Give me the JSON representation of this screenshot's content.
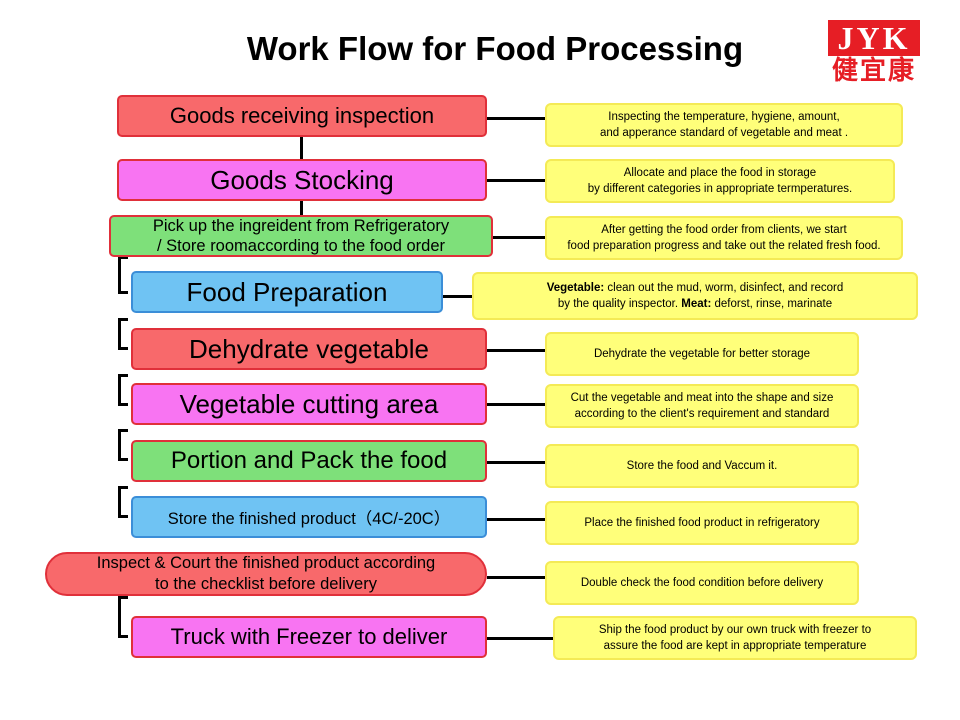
{
  "title": "Work Flow for Food Processing",
  "logo": {
    "latin": "JYK",
    "chinese": "健宜康"
  },
  "steps": [
    {
      "label": "Goods receiving inspection"
    },
    {
      "label": "Goods Stocking"
    },
    {
      "line1": "Pick up the ingreident from Refrigeratory",
      "line2": " / Store roomaccording to the food order"
    },
    {
      "label": "Food Preparation"
    },
    {
      "label": "Dehydrate vegetable"
    },
    {
      "label": "Vegetable cutting area"
    },
    {
      "label": "Portion and Pack the food"
    },
    {
      "label": "Store the finished product（4C/-20C）"
    },
    {
      "line1": "Inspect & Court the finished product according",
      "line2": "to the checklist before delivery"
    },
    {
      "label": "Truck with Freezer to deliver"
    }
  ],
  "notes": [
    {
      "line1": "Inspecting the temperature, hygiene, amount,",
      "line2": "and apperance standard of vegetable and meat ."
    },
    {
      "line1": "Allocate and place the food in storage",
      "line2": "by different categories in appropriate termperatures."
    },
    {
      "line1": "After getting the food order from clients, we start",
      "line2": "food preparation progress and take out the related fresh food."
    },
    {
      "veg_label": "Vegetable:",
      "veg_text": " clean out the mud, worm, disinfect, and record",
      "line2_pre": "by the quality inspector. ",
      "meat_label": "Meat:",
      "meat_text": " deforst, rinse, marinate"
    },
    {
      "text": "Dehydrate the vegetable for better storage"
    },
    {
      "line1": "Cut the vegetable and meat into the shape and size",
      "line2": "according to the client's requirement and standard"
    },
    {
      "text": "Store the food and Vaccum it."
    },
    {
      "text": "Place the finished food product in refrigeratory"
    },
    {
      "text": "Double check the food condition before delivery"
    },
    {
      "line1": "Ship the food product by our own truck with freezer to",
      "line2": "assure the food are kept in appropriate temperature"
    }
  ],
  "colors": {
    "red": "#f8696b",
    "pink": "#f874f2",
    "green": "#7ee07a",
    "blue": "#6fc3f3",
    "note": "#ffff7a",
    "logo": "#e61e25"
  }
}
